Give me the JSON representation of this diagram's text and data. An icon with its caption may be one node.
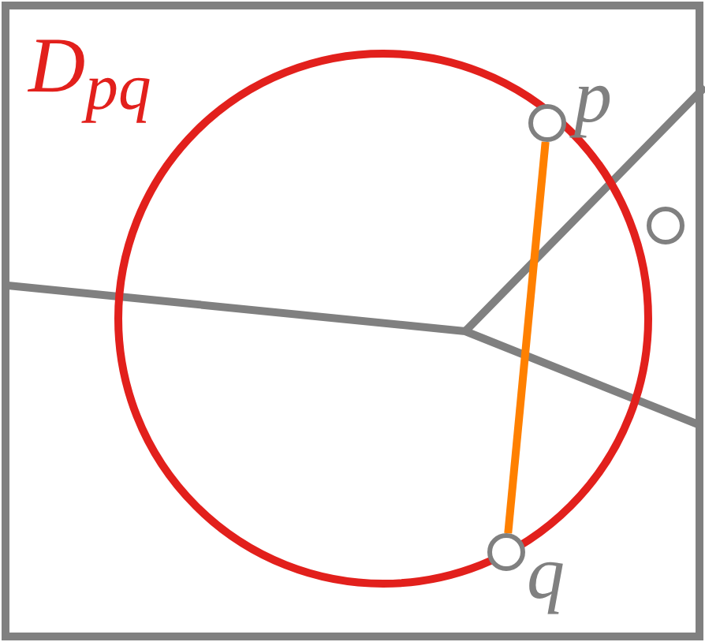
{
  "diagram": {
    "nodes": [
      {
        "text": [
          "D$_{pq}$"
        ]
      },
      {
        "text": [],
        "shape": "circle",
        "beside": [
          "p"
        ],
        "in": 0
      },
      {
        "text": [],
        "shape": "circle",
        "beside": [
          "q"
        ],
        "in": 0
      },
      {
        "text": [],
        "shape": "circle"
      }
    ],
    "edges": [
      {
        "from": 1,
        "to": 2,
        "arrow": "none",
        "color": "#ff8000"
      }
    ]
  }
}
